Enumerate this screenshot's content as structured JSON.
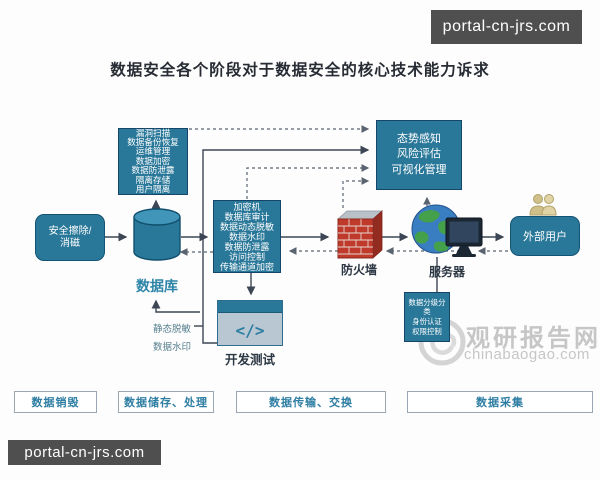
{
  "title": "数据安全各个阶段对于数据安全的核心技术能力诉求",
  "watermarks": {
    "top_right": "portal-cn-jrs.com",
    "bottom_left": "portal-cn-jrs.com"
  },
  "brand": {
    "name": "观研报告网",
    "site": "chinabaogao.com"
  },
  "colors": {
    "teal": "#2a7899",
    "teal_light": "#4195b8",
    "navy": "#16456a",
    "label_dark": "#2c3744",
    "db_label": "#2e85a8",
    "line": "#3c4654",
    "line_soft": "#5a6470",
    "firewall_red": "#bf3a2b",
    "firewall_top": "#b9c0c8",
    "watermark_bg": "#4f4f4f",
    "brand_gray": "#c6c6c6",
    "stage_text": "#2e7ea3",
    "stage_border": "#9aa7b2",
    "annot": "#58808f",
    "devtest_body": "#b9c7d2",
    "globe_blue": "#3a7ec2",
    "globe_green": "#44a04a",
    "people": "#cfc08a"
  },
  "nodes": {
    "erase": {
      "lines": [
        "安全擦除/",
        "消磁"
      ]
    },
    "database": {
      "label": "数据库"
    },
    "caps_storage": {
      "lines": [
        "漏洞扫描",
        "数据备份恢复",
        "运维管理",
        "数据加密",
        "数据防泄露",
        "隔离存储",
        "用户隔离"
      ]
    },
    "caps_processing": {
      "lines": [
        "加密机",
        "数据库审计",
        "数据动态脱敏",
        "数据水印",
        "数据防泄露",
        "访问控制",
        "传输通道加密"
      ]
    },
    "situation": {
      "lines": [
        "态势感知",
        "风险评估",
        "可视化管理"
      ]
    },
    "firewall": {
      "label": "防火墙"
    },
    "server": {
      "label": "服务器"
    },
    "external_user": {
      "label": "外部用户"
    },
    "classification": {
      "lines": [
        "数据分级分类",
        "身份认证",
        "权限控制"
      ]
    },
    "dev_test": {
      "label": "开发测试",
      "icon_text": "</>"
    },
    "annotations": {
      "static_masking": "静态脱敏",
      "data_watermark": "数据水印"
    }
  },
  "stages": [
    "数据销毁",
    "数据储存、处理",
    "数据传输、交换",
    "数据采集"
  ]
}
